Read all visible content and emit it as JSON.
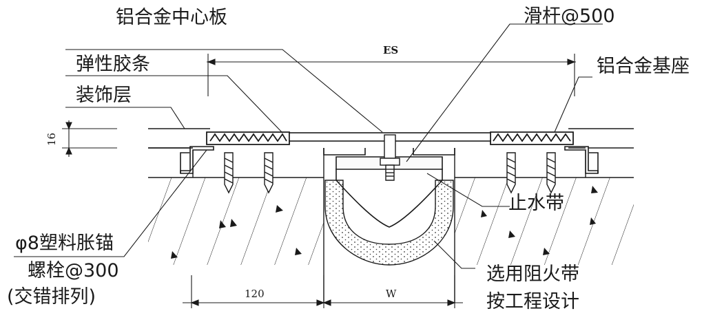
{
  "labels": {
    "center_plate": "铝合金中心板",
    "slide_bar": "滑杆@500",
    "elastic_strip": "弹性胶条",
    "base_seat": "铝合金基座",
    "finish_layer": "装饰层",
    "waterstop": "止水带",
    "anchor_line1": "φ8塑料胀锚",
    "anchor_line2": "螺栓@300",
    "anchor_line3": "(交错排列)",
    "fire_line1": "选用阻火带",
    "fire_line2": "按工程设计"
  },
  "dimensions": {
    "es": "ES",
    "thickness": "16",
    "base_width": "120",
    "gap": "W"
  },
  "colors": {
    "line": "#1a1a1a",
    "background": "#ffffff"
  }
}
